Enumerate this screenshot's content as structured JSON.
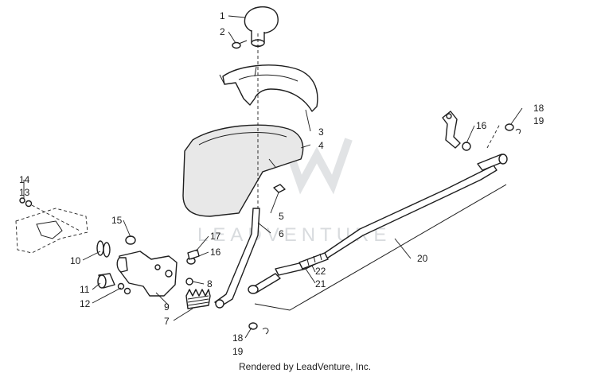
{
  "diagram": {
    "footer": "Rendered by LeadVenture, Inc.",
    "watermark": "LEADVENTURE",
    "callouts": {
      "c1": "1",
      "c2": "2",
      "c3": "3",
      "c4": "4",
      "c5": "5",
      "c6": "6",
      "c7": "7",
      "c8": "8",
      "c9": "9",
      "c10": "10",
      "c11": "11",
      "c12": "12",
      "c13": "13",
      "c14": "14",
      "c15": "15",
      "c16a": "16",
      "c16b": "16",
      "c17": "17",
      "c18a": "18",
      "c18b": "18",
      "c19a": "19",
      "c19b": "19",
      "c20": "20",
      "c21": "21",
      "c22": "22"
    }
  }
}
